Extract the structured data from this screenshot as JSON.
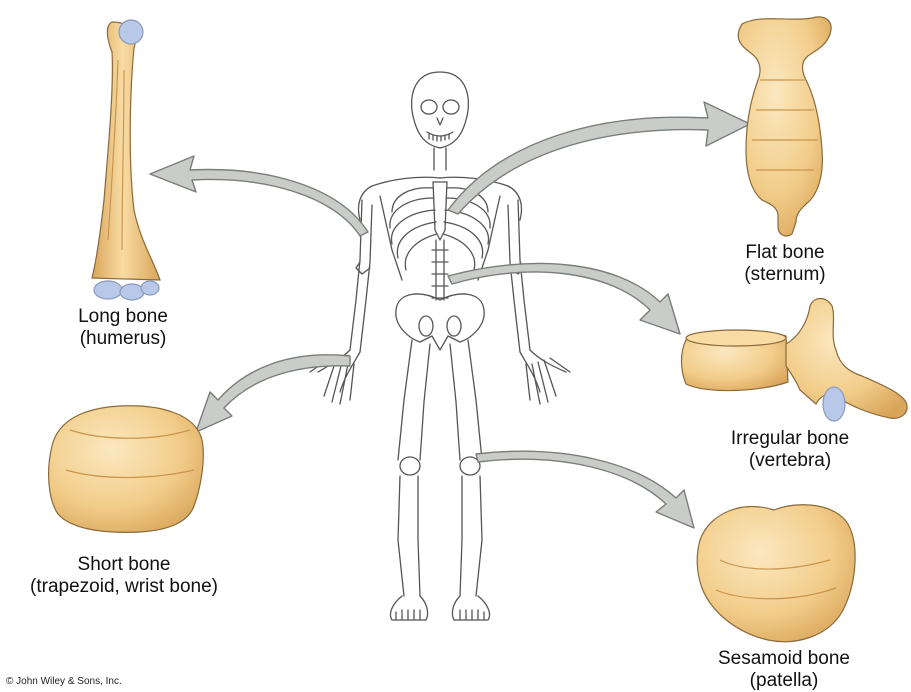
{
  "labels": {
    "long_bone": {
      "name": "Long bone",
      "example": "(humerus)"
    },
    "flat_bone": {
      "name": "Flat bone",
      "example": "(sternum)"
    },
    "irregular_bone": {
      "name": "Irregular bone",
      "example": "(vertebra)"
    },
    "short_bone": {
      "name": "Short bone",
      "example": "(trapezoid, wrist bone)"
    },
    "sesamoid_bone": {
      "name": "Sesamoid bone",
      "example": "(patella)"
    }
  },
  "copyright": "© John Wiley & Sons, Inc.",
  "colors": {
    "bone_fill": "#f2cd8a",
    "bone_shade": "#d9a55a",
    "bone_outline": "#8a6a3a",
    "cartilage": "#b8c8e8",
    "arrow_fill": "#c9ccc9",
    "arrow_stroke": "#7a7e7a",
    "skeleton_stroke": "#555555"
  }
}
